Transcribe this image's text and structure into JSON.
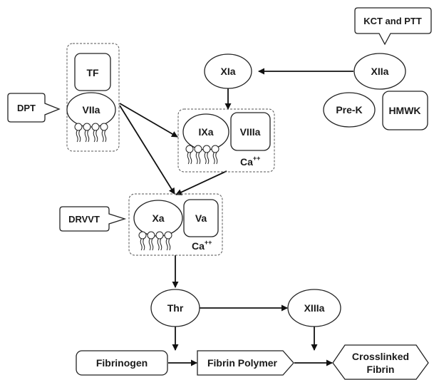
{
  "nodes": {
    "tf": "TF",
    "viia": "VIIa",
    "dpt": "DPT",
    "xia": "XIa",
    "xiia": "XIIa",
    "kct_ptt": "KCT and PTT",
    "prek": "Pre-K",
    "hmwk": "HMWK",
    "ixa": "IXa",
    "viiia": "VIIIa",
    "ca_1": "Ca",
    "ca_1_sup": "++",
    "drvvt": "DRVVT",
    "xa": "Xa",
    "va": "Va",
    "ca_2": "Ca",
    "ca_2_sup": "++",
    "thr": "Thr",
    "xiiia": "XIIIa",
    "fibrinogen": "Fibrinogen",
    "fibrin_polymer": "Fibrin Polymer",
    "crosslinked_line1": "Crosslinked",
    "crosslinked_line2": "Fibrin"
  },
  "colors": {
    "stroke": "#222222",
    "arrow": "#111111",
    "fill": "#ffffff"
  }
}
